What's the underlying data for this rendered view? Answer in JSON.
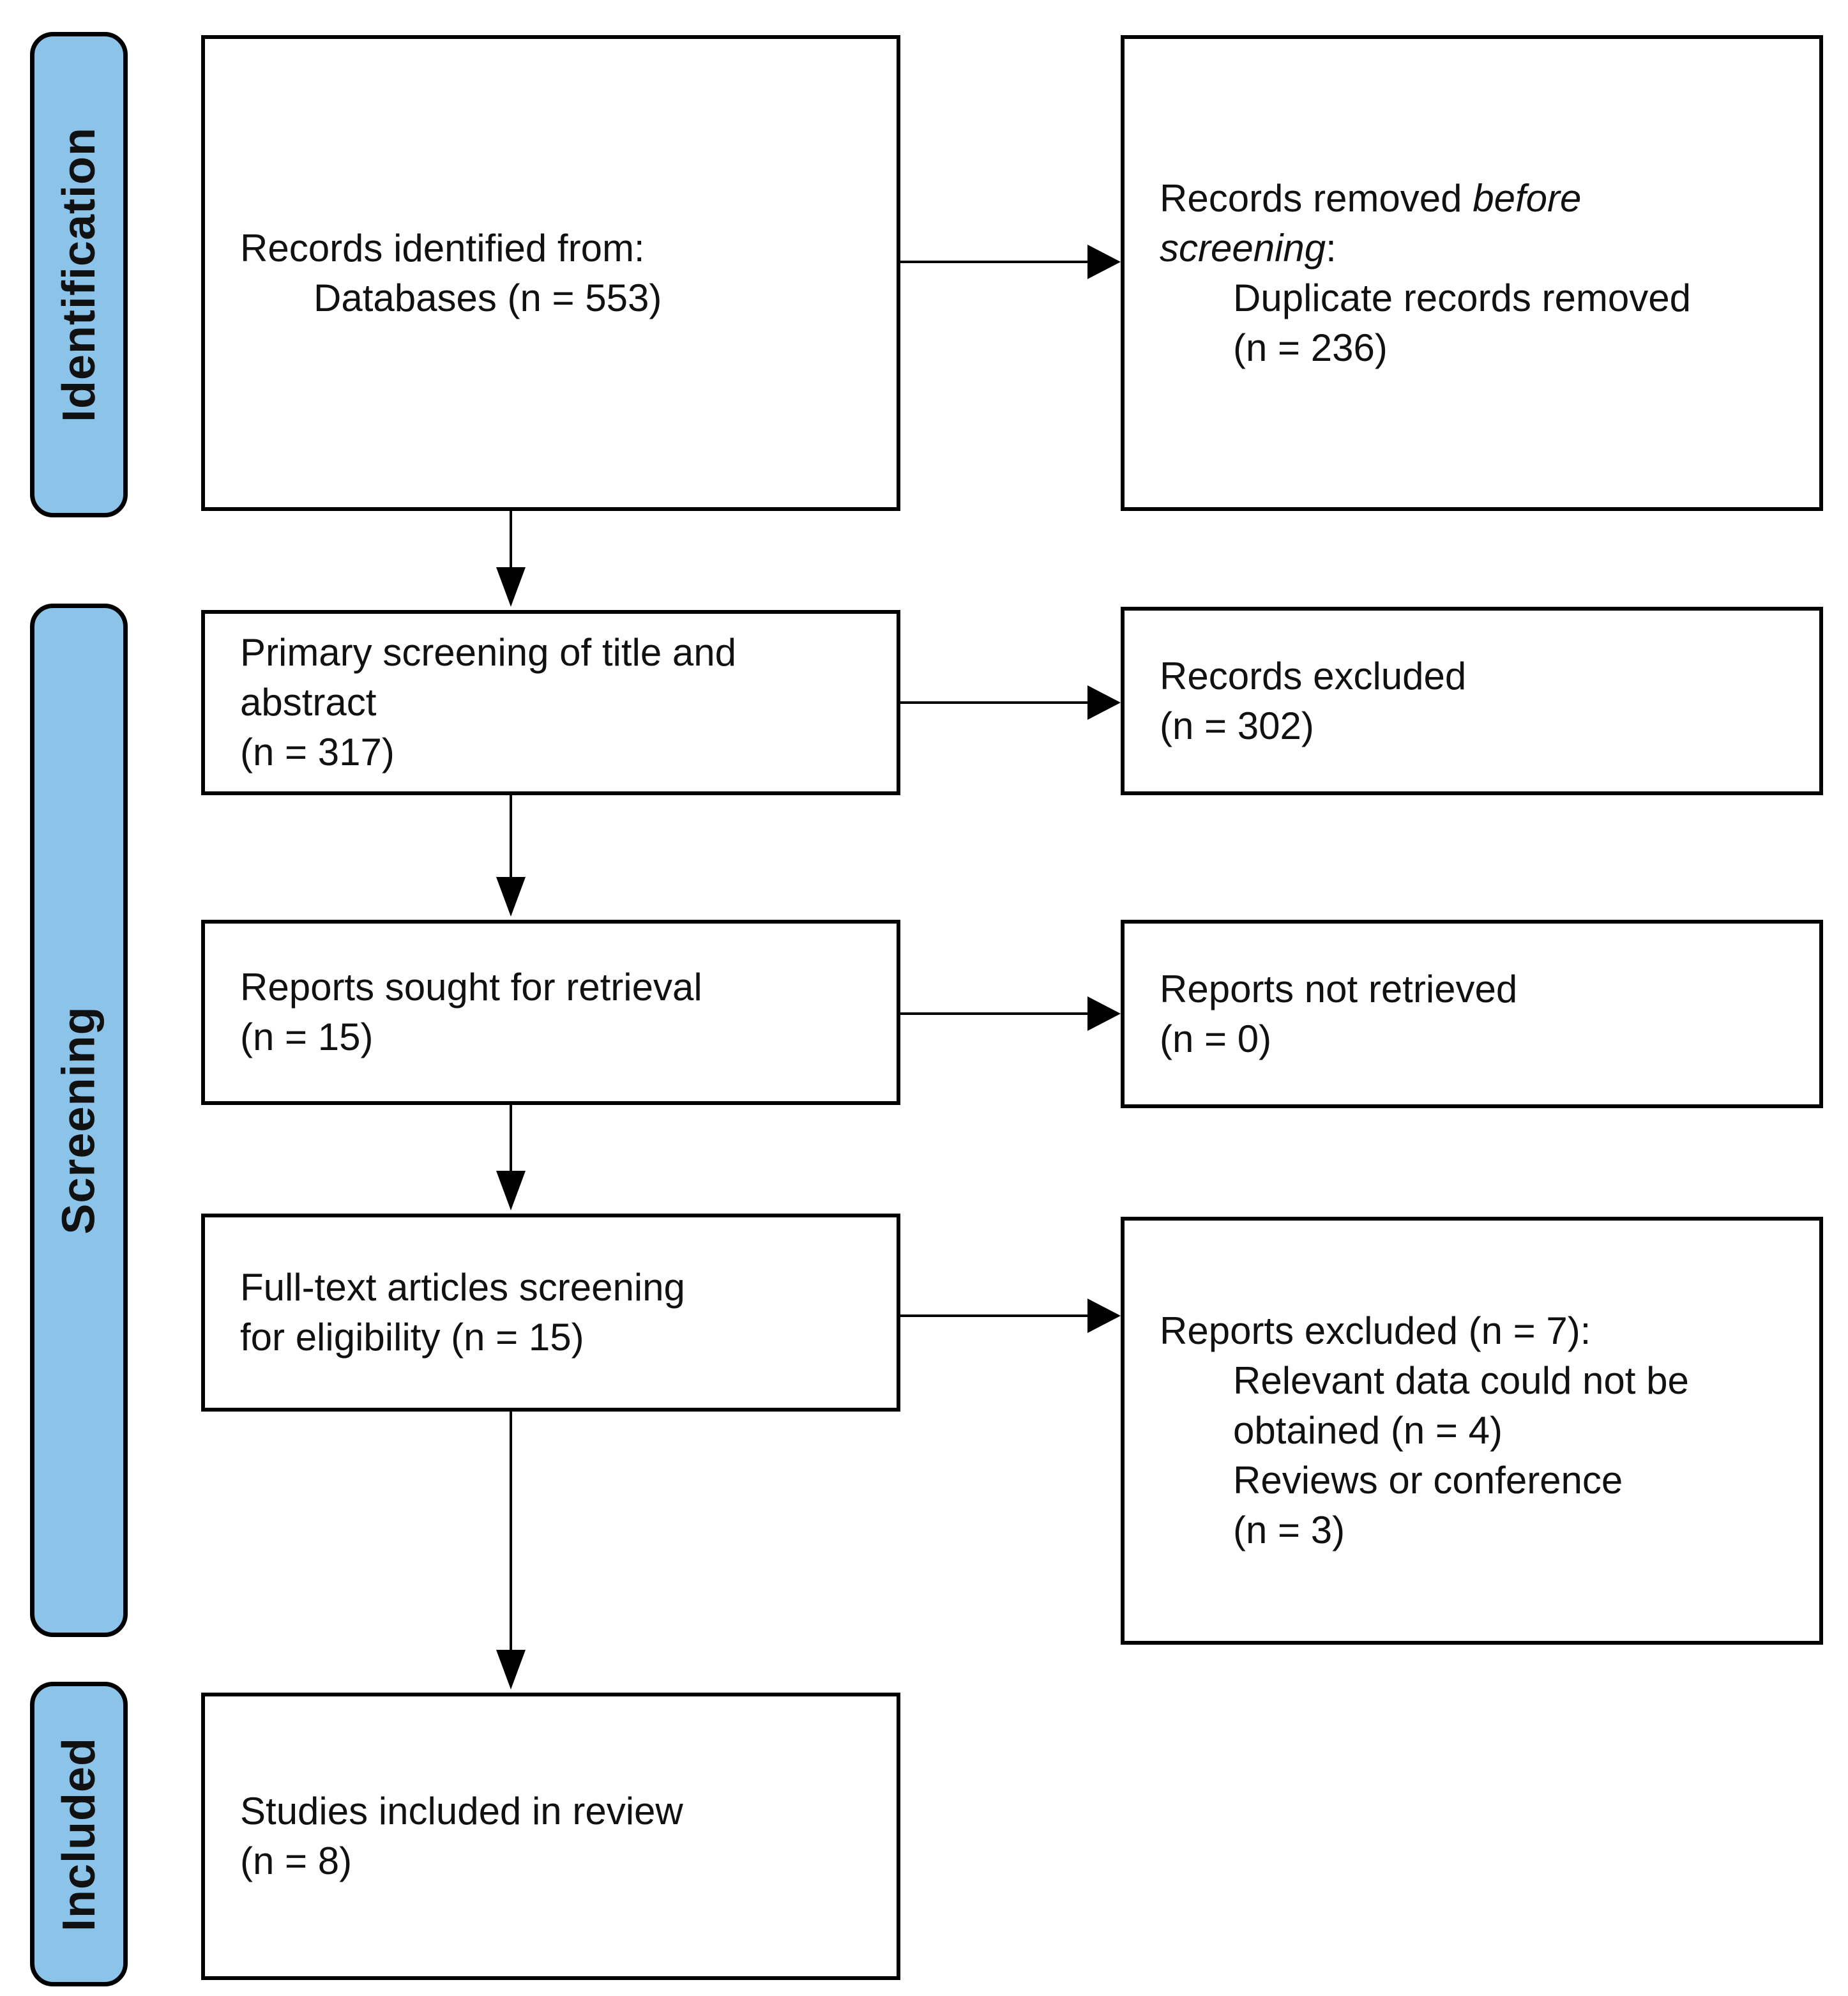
{
  "colors": {
    "sidebar_fill": "#8CC4E9",
    "border": "#000000",
    "background": "#ffffff",
    "text": "#111111"
  },
  "sidebar": {
    "identification": "Identification",
    "screening": "Screening",
    "included": "Included"
  },
  "boxes": {
    "records_identified": {
      "line1": "Records identified from:",
      "line2_indent": "Databases (n = 553)"
    },
    "records_removed": {
      "line1_prefix": "Records removed ",
      "line1_italic": "before screening",
      "line1_suffix": ":",
      "line2_indent": "Duplicate records removed",
      "line3_indent": "(n = 236)"
    },
    "primary_screening": {
      "line1": "Primary screening of title and",
      "line2": "abstract",
      "line3": "(n = 317)"
    },
    "records_excluded": {
      "line1": "Records excluded",
      "line2": "(n = 302)"
    },
    "reports_sought": {
      "line1": "Reports sought for retrieval",
      "line2": "(n = 15)"
    },
    "reports_not_retrieved": {
      "line1": "Reports not retrieved",
      "line2": "(n = 0)"
    },
    "fulltext_screening": {
      "line1": "Full-text articles screening",
      "line2": "for eligibility (n = 15)"
    },
    "reports_excluded": {
      "line1": "Reports excluded (n = 7):",
      "line2_indent": "Relevant data could not be",
      "line3_indent": "obtained (n = 4)",
      "line4_indent": "Reviews or conference",
      "line5_indent": "(n = 3)"
    },
    "studies_included": {
      "line1": "Studies included in review",
      "line2": "(n = 8)"
    }
  }
}
